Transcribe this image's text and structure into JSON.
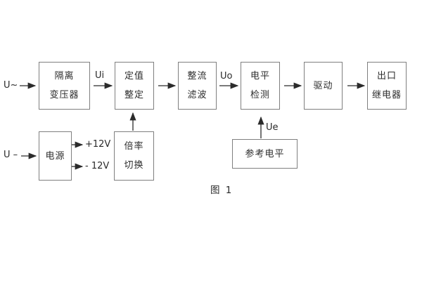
{
  "diagram": {
    "caption": "图 1",
    "blocks": {
      "isolation_transformer": {
        "line1": "隔离",
        "line2": "变压器"
      },
      "setting_adjust": {
        "line1": "定值",
        "line2": "整定"
      },
      "rectifier_filter": {
        "line1": "整流",
        "line2": "滤波"
      },
      "level_detect": {
        "line1": "电平",
        "line2": "检测"
      },
      "driver": {
        "line1": "驱动"
      },
      "output_relay": {
        "line1": "出口",
        "line2": "继电器"
      },
      "power_supply": {
        "line1": "电源"
      },
      "ratio_switch": {
        "line1": "倍率",
        "line2": "切换"
      },
      "reference_level": {
        "line1": "参考电平"
      }
    },
    "signals": {
      "ac_input": "U~",
      "dc_input": "U –",
      "ui": "Ui",
      "uo": "Uo",
      "ue": "Ue",
      "plus_12v": "+12V",
      "minus_12v": "- 12V"
    },
    "colors": {
      "line": "#2b2b2b",
      "border": "#7f7f7f",
      "text": "#2d2d2d",
      "background": "#ffffff"
    }
  }
}
